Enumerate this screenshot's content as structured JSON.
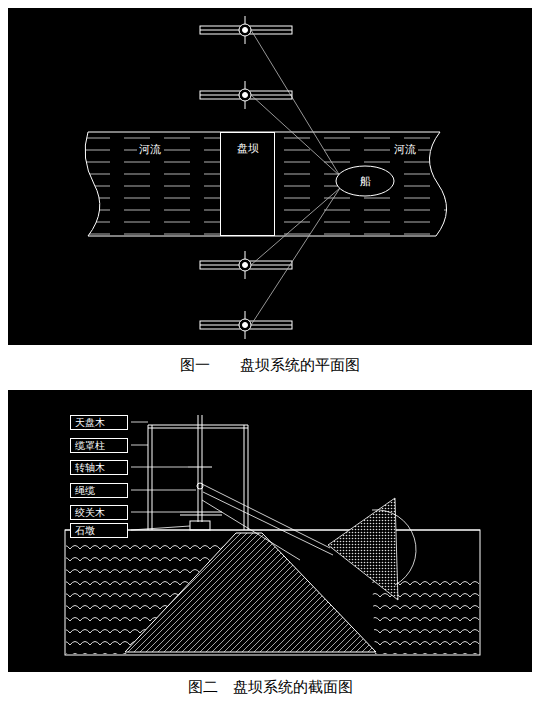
{
  "diagram": {
    "nodes": [
      {
        "text": [
          "盘坝"
        ]
      },
      {
        "text": [
          "船"
        ]
      },
      {
        "text": [
          "天盘木"
        ]
      },
      {
        "text": [
          "缆罩柱"
        ]
      },
      {
        "text": [
          "转轴木"
        ]
      },
      {
        "text": [
          "绳缆"
        ]
      },
      {
        "text": [
          "绞关木"
        ]
      },
      {
        "text": [
          "石墩"
        ]
      }
    ],
    "labels": [
      "河流",
      "河流",
      "图一　　盘坝系统的平面图",
      "图二　盘坝系统的截面图"
    ]
  }
}
